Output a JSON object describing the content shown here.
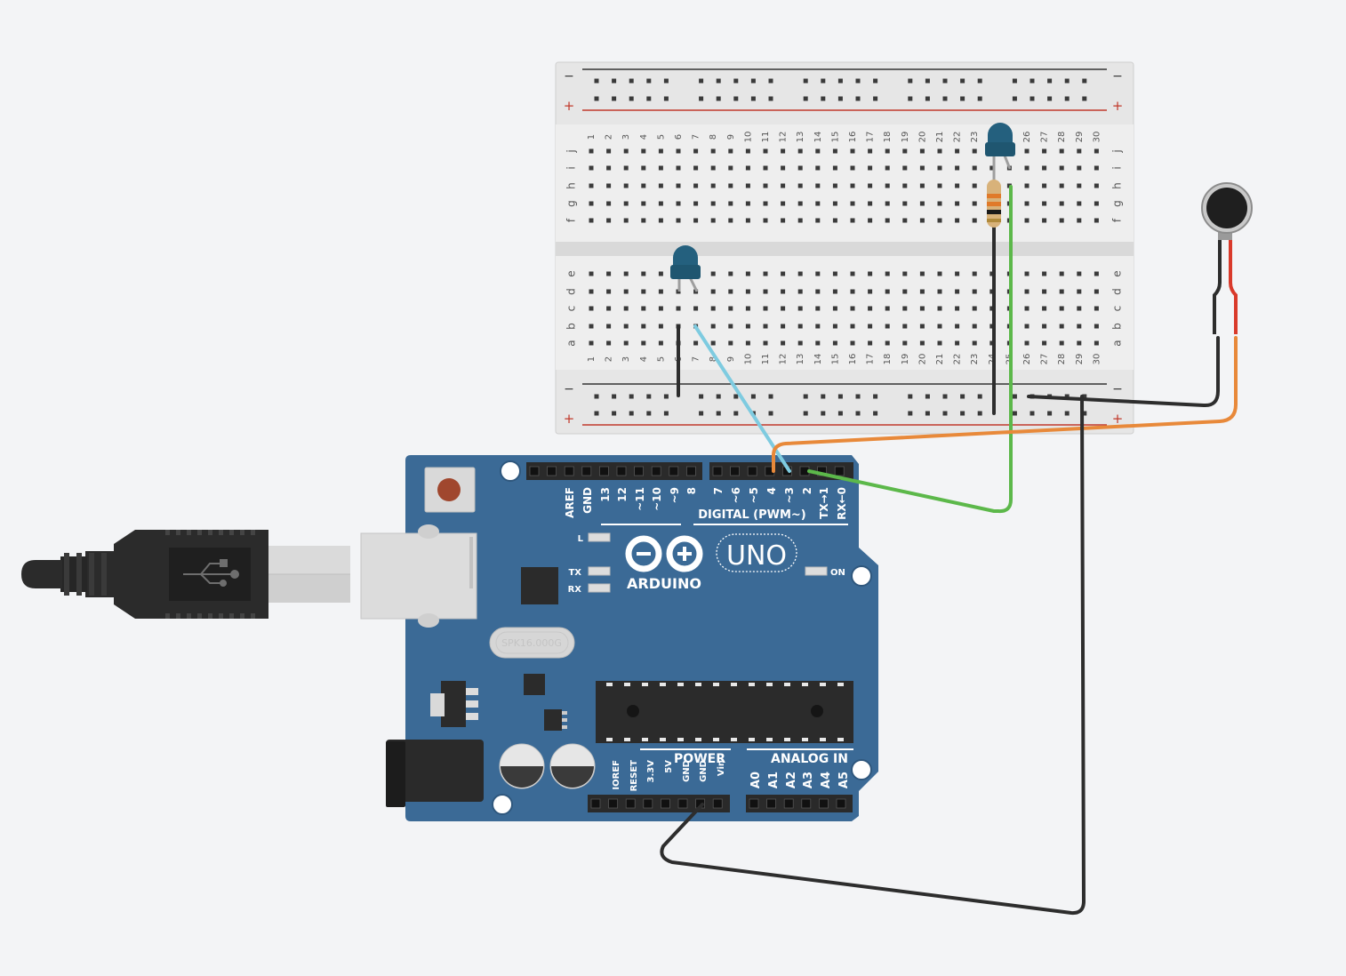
{
  "colors": {
    "canvas": "#f3f4f6",
    "board": "#3b6a96",
    "breadboard": "#e8e8e8",
    "rail_negative": "#333333",
    "rail_positive": "#c0392b",
    "wire_black": "#2d2d2d",
    "wire_blue": "#7ecbe0",
    "wire_orange": "#e8893a",
    "wire_green": "#5cb84a",
    "led": "#24607e",
    "motor_lead_red": "#d93a2b"
  },
  "breadboard": {
    "columns": 30,
    "row_letters_top": [
      "j",
      "i",
      "h",
      "g",
      "f"
    ],
    "row_letters_bottom": [
      "e",
      "d",
      "c",
      "b",
      "a"
    ],
    "rail_minus": "−",
    "rail_plus": "+"
  },
  "arduino": {
    "brand": "ARDUINO",
    "model": "UNO",
    "digital_label": "DIGITAL (PWM~)",
    "digital_pins": [
      "AREF",
      "GND",
      "13",
      "12",
      "~11",
      "~10",
      "~9",
      "8",
      "7",
      "~6",
      "~5",
      "4",
      "~3",
      "2",
      "TX→1",
      "RX←0"
    ],
    "power_label": "POWER",
    "power_pins": [
      "IOREF",
      "RESET",
      "3.3V",
      "5V",
      "GND",
      "GND",
      "Vin"
    ],
    "analog_label": "ANALOG IN",
    "analog_pins": [
      "A0",
      "A1",
      "A2",
      "A3",
      "A4",
      "A5"
    ],
    "led_labels": {
      "l": "L",
      "tx": "TX",
      "rx": "RX",
      "on": "ON"
    },
    "crystal": "SPK16.000G"
  },
  "components": {
    "leds": [
      {
        "name": "led-left",
        "color": "blue"
      },
      {
        "name": "led-right",
        "color": "blue"
      }
    ],
    "resistor": {
      "bands": [
        "orange",
        "orange",
        "black"
      ]
    },
    "motor": {
      "name": "vibration-motor"
    },
    "usb_cable": {
      "icon": "usb-icon"
    }
  }
}
